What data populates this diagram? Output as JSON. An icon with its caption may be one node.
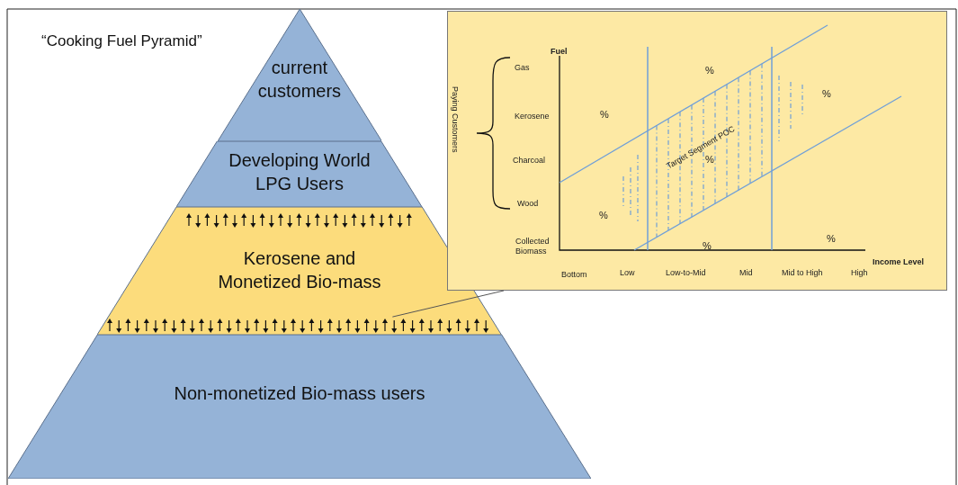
{
  "diagram": {
    "title": "“Cooking Fuel Pyramid”",
    "nodes": [
      {
        "text": [
          "current customers"
        ]
      },
      {
        "text": [
          "Developing World LPG Users"
        ]
      },
      {
        "text": [
          "Kerosene and Monetized Bio-mass"
        ]
      },
      {
        "text": [
          "Non-monetized Bio-mass users"
        ]
      },
      {
        "text": [],
        "shape": "box"
      }
    ],
    "edges": [
      {
        "from": 4,
        "to": 2,
        "arrow": "none"
      }
    ],
    "labels": [
      "Fuel",
      "Gas",
      "Paying Customers",
      "%",
      "%",
      "Kerosene",
      "%",
      "Charcoal",
      "%",
      "Target Segment POC",
      "Wood",
      "%",
      "%",
      "Collected Biomass",
      "%",
      "Income Level",
      "Bottom",
      "Low",
      "Low-to-Mid",
      "Mid",
      "Mid to High",
      "High"
    ]
  }
}
